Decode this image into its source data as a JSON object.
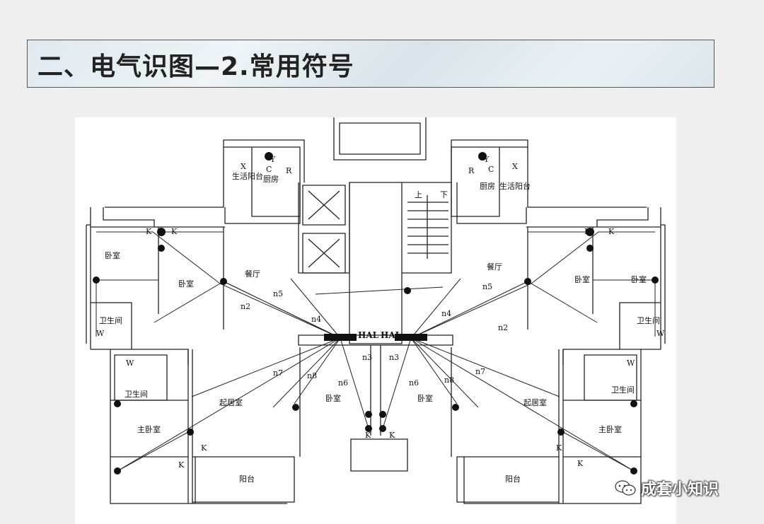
{
  "header": {
    "title": "二、电气识图—2.常用符号"
  },
  "plan": {
    "rooms": {
      "living_balcony_left": "生活阳台",
      "kitchen_left": "厨房",
      "kitchen_right": "厨房",
      "living_balcony_right": "生活阳台",
      "dining_left": "餐厅",
      "dining_right": "餐厅",
      "bedroom_nw_a": "卧室",
      "bedroom_nw_b": "卧室",
      "bedroom_ne_a": "卧室",
      "bedroom_ne_b": "卧室",
      "bath_left": "卫生间",
      "bath_right": "卫生间",
      "bath_left_2": "卫生间",
      "bath_right_2": "卫生间",
      "living_left": "起居室",
      "living_right": "起居室",
      "bedroom_mid_left": "卧室",
      "bedroom_mid_right": "卧室",
      "master_left": "主卧室",
      "master_right": "主卧室",
      "balcony_left": "阳台",
      "balcony_right": "阳台",
      "stair_up": "上",
      "stair_down": "下"
    },
    "wires": {
      "n2_left": "n2",
      "n2_right": "n2",
      "n3_left": "n3",
      "n3_right": "n3",
      "n4_left": "n4",
      "n4_right": "n4",
      "n5_left": "n5",
      "n5_right": "n5",
      "n6_left": "n6",
      "n6_right": "n6",
      "n7_left": "n7",
      "n7_right": "n7",
      "n8_left": "n8",
      "n8_right": "n8"
    },
    "panels": {
      "left": "HAL",
      "right": "HAL"
    },
    "symbols": {
      "X_l": "X",
      "Y_l": "Y",
      "C_l": "C",
      "R_l": "R",
      "X_r": "X",
      "Y_r": "Y",
      "C_r": "C",
      "R_r": "R",
      "K1": "K",
      "K2": "K",
      "K3": "K",
      "K4": "K",
      "K5": "K",
      "K6": "K",
      "K7": "K",
      "K8": "K",
      "K9": "K",
      "K10": "K",
      "W1": "W",
      "W2": "W",
      "W3": "W",
      "W4": "W"
    }
  },
  "watermark": {
    "text": "成套小知识",
    "icon": "wechat-icon"
  }
}
